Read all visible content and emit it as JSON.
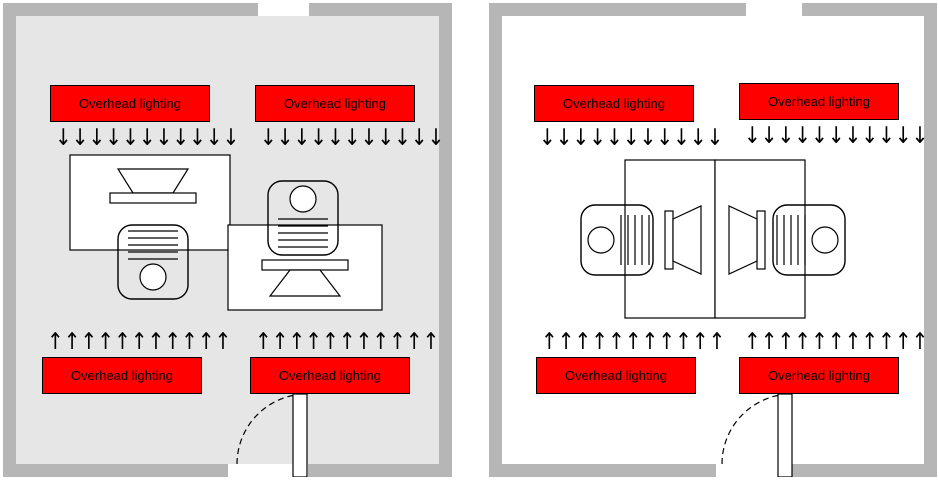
{
  "lighting": {
    "label": "Overhead lighting",
    "arrow_count": 11,
    "arrow_down": "↓",
    "arrow_up": "↑"
  },
  "colors": {
    "background": "#ffffff",
    "wall": "#b6b6b6",
    "left_floor": "#e6e6e6",
    "right_floor": "#ffffff",
    "light_fill": "#ff0000",
    "line": "#000000",
    "furniture_fill": "#ffffff"
  },
  "rooms": [
    {
      "id": "left-office",
      "lights": [
        "Overhead lighting",
        "Overhead lighting",
        "Overhead lighting",
        "Overhead lighting"
      ]
    },
    {
      "id": "right-office",
      "lights": [
        "Overhead lighting",
        "Overhead lighting",
        "Overhead lighting",
        "Overhead lighting"
      ]
    }
  ]
}
